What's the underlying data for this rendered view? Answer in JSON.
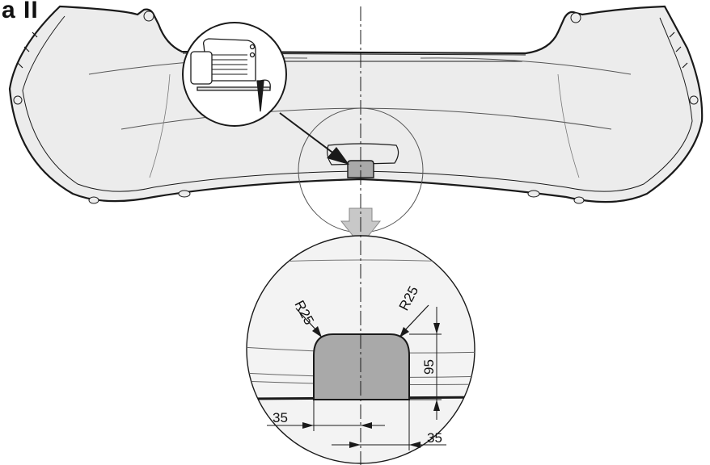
{
  "figure": {
    "label": "a II"
  },
  "dimensions": {
    "radius_left": "R25",
    "radius_right": "R25",
    "height": "95",
    "offset_left": "35",
    "offset_right": "35"
  },
  "colors": {
    "bumper_fill": "#ececec",
    "cutout_fill": "#a9a9a9",
    "detail_bg": "#f3f3f3",
    "line": "#1a1a1a",
    "arrow_fill": "#c8c8c8"
  },
  "icons": {
    "tool": "jigsaw-icon"
  }
}
